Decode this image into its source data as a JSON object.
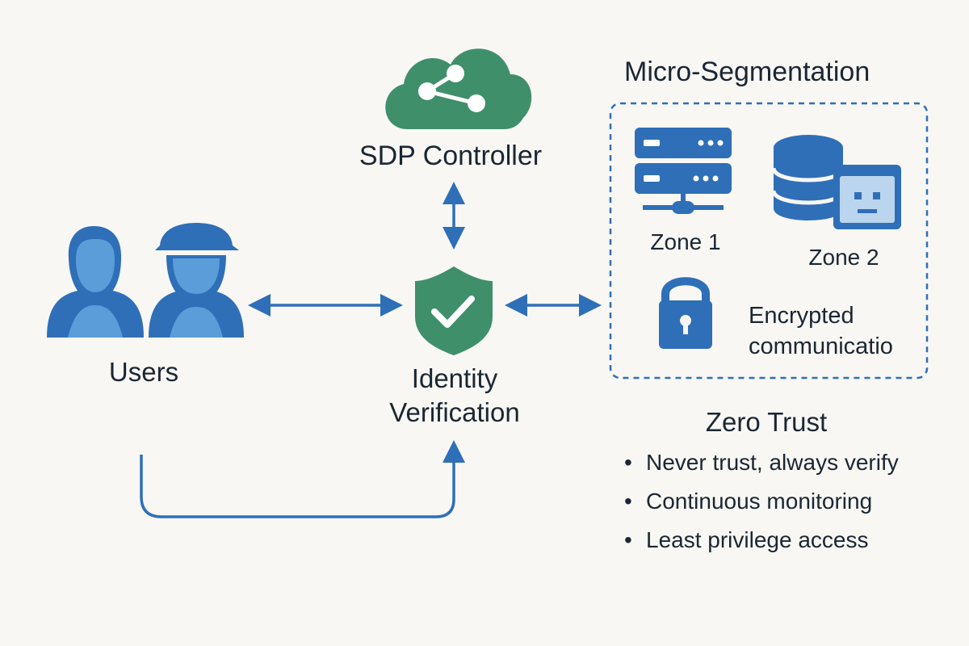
{
  "sdp_controller": {
    "label": "SDP Controller",
    "icon": "cloud-share-icon",
    "color": "#3f8f6b"
  },
  "users": {
    "label": "Users",
    "icon": "users-icon",
    "color": "#2e6fb8"
  },
  "identity_verification": {
    "label_line1": "Identity",
    "label_line2": "Verification",
    "icon": "shield-check-icon",
    "color": "#3f8f6b"
  },
  "micro_segmentation": {
    "title": "Micro-Segmentation",
    "zone1": {
      "label": "Zone 1",
      "icon": "server-icon"
    },
    "zone2": {
      "label": "Zone 2",
      "icon": "database-icon"
    },
    "encrypted": {
      "label_line1": "Encrypted",
      "label_line2": "communicatio",
      "icon": "lock-icon"
    }
  },
  "zero_trust": {
    "title": "Zero Trust",
    "bullet": "•",
    "items": [
      "Never trust, always verify",
      "Continuous monitoring",
      "Least privilege access"
    ]
  },
  "colors": {
    "accent_blue": "#2e6fb8",
    "accent_green": "#3f8f6b",
    "background": "#f8f7f3",
    "text": "#1b2633"
  }
}
